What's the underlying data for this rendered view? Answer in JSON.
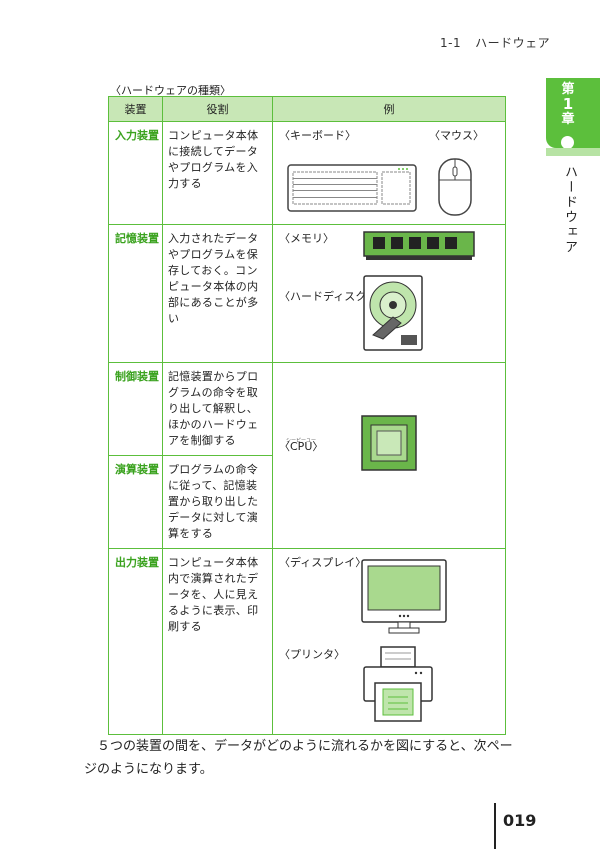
{
  "header": {
    "section": "1-1",
    "title": "ハードウェア"
  },
  "chapter_tab": {
    "line1": "第",
    "num": "1",
    "line3": "章",
    "vertical": "ハードウェア"
  },
  "table": {
    "caption": "〈ハードウェアの種類〉",
    "headers": [
      "装置",
      "役割",
      "例"
    ],
    "rows": [
      {
        "device": "入力装置",
        "role": "コンピュータ本体に接続してデータやプログラムを入力する",
        "examples": [
          "〈キーボード〉",
          "〈マウス〉"
        ]
      },
      {
        "device": "記憶装置",
        "role": "入力されたデータやプログラムを保存しておく。コンピュータ本体の内部にあることが多い",
        "examples": [
          "〈メモリ〉",
          "〈ハードディスク〉"
        ]
      },
      {
        "device": "制御装置",
        "role": "記憶装置からプログラムの命令を取り出して解釈し、ほかのハードウェアを制御する",
        "examples": [
          "〈CPU〉"
        ],
        "ruby": "シーピーユー"
      },
      {
        "device": "演算装置",
        "role": "プログラムの命令に従って、記憶装置から取り出したデータに対して演算をする"
      },
      {
        "device": "出力装置",
        "role": "コンピュータ本体内で演算されたデータを、人に見えるように表示、印刷する",
        "examples": [
          "〈ディスプレイ〉",
          "〈プリンタ〉"
        ]
      }
    ]
  },
  "body_text": "５つの装置の間を、データがどのように流れるかを図にすると、次ページのようになります。",
  "page_number": "019",
  "colors": {
    "accent": "#5cbf3c",
    "header_fill": "#c8e7b6",
    "device_text": "#3aa21e"
  }
}
